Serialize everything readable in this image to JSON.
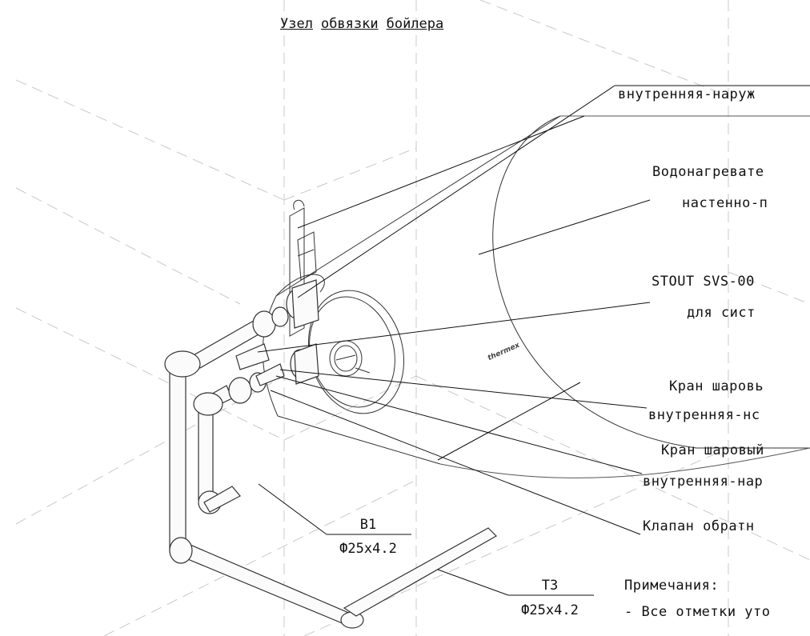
{
  "title": {
    "word1": "Узел",
    "word2": "обвязки",
    "word3": "бойлера"
  },
  "callouts": {
    "c1": "внутренняя-наруж",
    "c2a": "Водонагревате",
    "c2b": "настенно-п",
    "c3a": "STOUT SVS-00",
    "c3b": "для сист",
    "c4a": "Кран шаровь",
    "c4b": "внутренняя-нс",
    "c5a": "Кран шаровый",
    "c5b": "внутренняя-нар",
    "c6": "Клапан обратн"
  },
  "pipes": {
    "b1_name": "В1",
    "b1_size": "Ф25х4.2",
    "t3_name": "Т3",
    "t3_size": "Ф25х4.2"
  },
  "notes": {
    "heading": "Примечания:",
    "line1": "- Все отметки уто"
  },
  "brand_text": "thermex"
}
